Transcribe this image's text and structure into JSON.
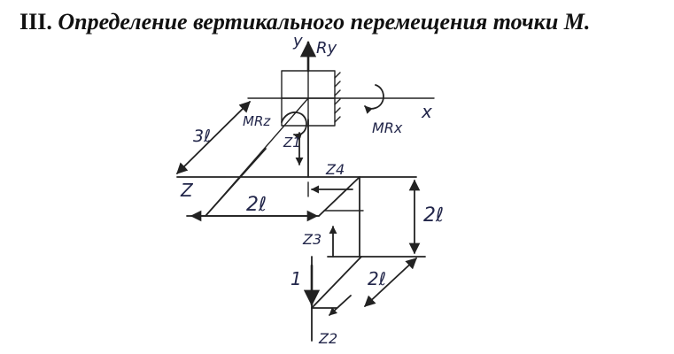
{
  "heading": {
    "number": "III.",
    "text": "Определение вертикального перемещения точки М."
  },
  "axes": {
    "y": "y",
    "x": "x",
    "z": "Z"
  },
  "reactions": {
    "ry": "Ry",
    "mrz": "MRz",
    "mrx": "MRx"
  },
  "segments": {
    "z1": "Z1",
    "z2": "Z2",
    "z3": "Z3",
    "z4": "Z4"
  },
  "dimensions": {
    "len_3l": "3ℓ",
    "len_2l_horizontal": "2ℓ",
    "len_2l_vertical": "2ℓ",
    "len_2l_diagonal": "2ℓ"
  },
  "load": {
    "unit_force": "1"
  },
  "colors": {
    "ink": "#222222",
    "hand_ink": "#22264a"
  }
}
